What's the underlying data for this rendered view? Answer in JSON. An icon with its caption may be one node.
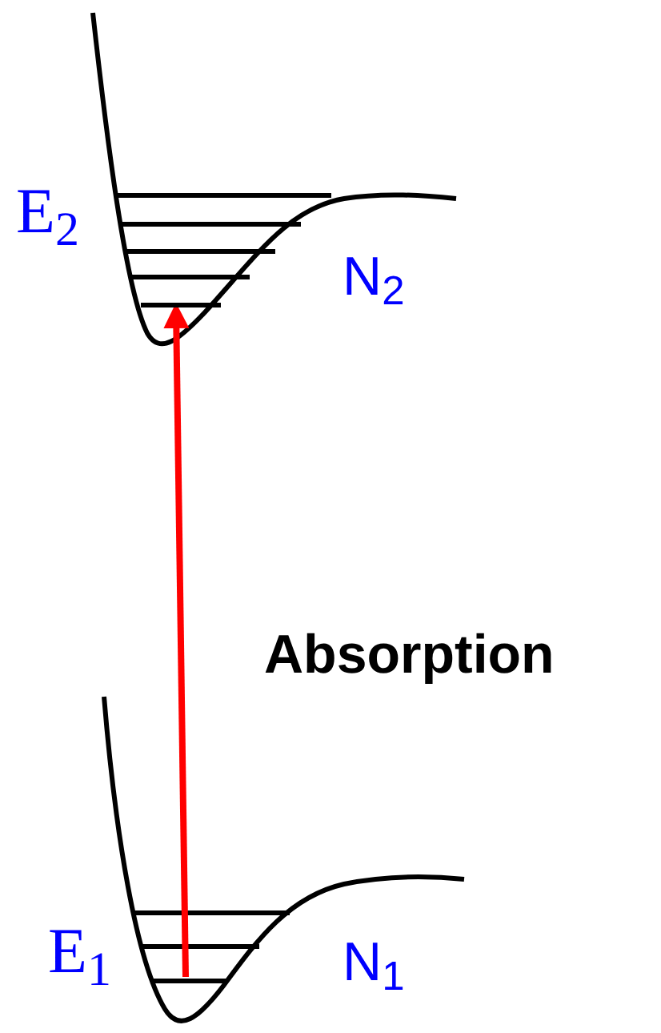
{
  "diagram": {
    "nodes": [
      {
        "text": [],
        "shape": "bar"
      },
      {
        "text": [],
        "shape": "bar"
      }
    ],
    "edges": [
      {
        "from": 1,
        "to": 0,
        "arrow": "to",
        "color": "#ff0000"
      }
    ],
    "labels": [
      "E$_{2}$",
      "N$_{2}$",
      "Absorption",
      "E$_{1}$",
      "N$_{1}$"
    ]
  }
}
